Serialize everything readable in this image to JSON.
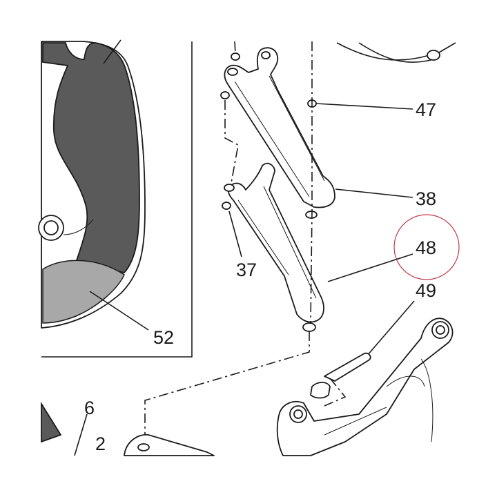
{
  "callouts": {
    "p47": "47",
    "p38": "38",
    "p48": "48",
    "p49": "49",
    "p37": "37",
    "p52": "52",
    "p6": "6",
    "p2": "2"
  },
  "colors": {
    "line": "#1a1a1a",
    "dark_fill": "#5a5a5a",
    "light_fill": "#a8a8a8",
    "highlight_circle": "#c0394b"
  }
}
